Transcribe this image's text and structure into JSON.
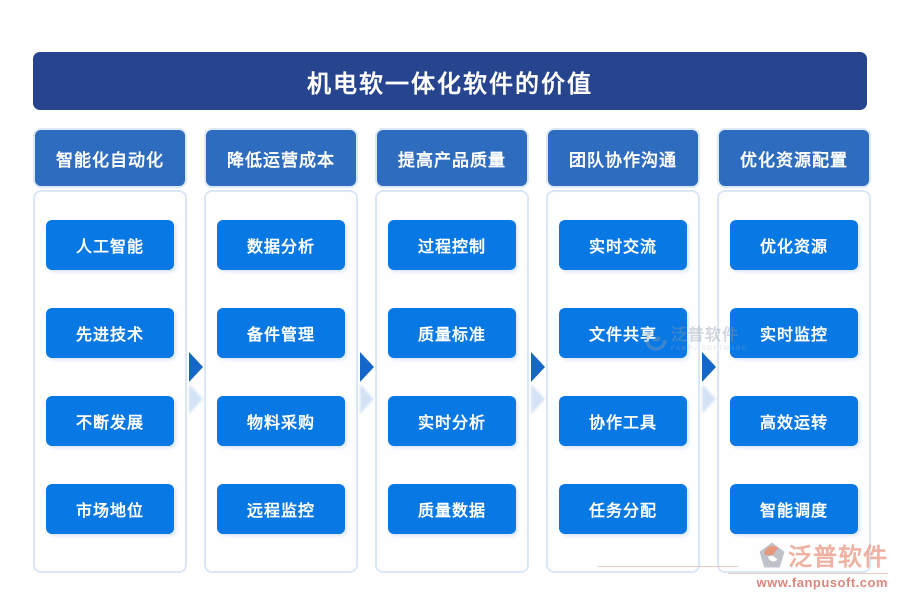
{
  "title": "机电软一体化软件的价值",
  "columns": [
    {
      "header": "智能化自动化",
      "items": [
        "人工智能",
        "先进技术",
        "不断发展",
        "市场地位"
      ]
    },
    {
      "header": "降低运营成本",
      "items": [
        "数据分析",
        "备件管理",
        "物料采购",
        "远程监控"
      ]
    },
    {
      "header": "提高产品质量",
      "items": [
        "过程控制",
        "质量标准",
        "实时分析",
        "质量数据"
      ]
    },
    {
      "header": "团队协作沟通",
      "items": [
        "实时交流",
        "文件共享",
        "协作工具",
        "任务分配"
      ]
    },
    {
      "header": "优化资源配置",
      "items": [
        "优化资源",
        "实时监控",
        "高效运转",
        "智能调度"
      ]
    }
  ],
  "center_watermark": {
    "brand": "泛普软件",
    "subtitle": "FANPU SOFTWARE"
  },
  "footer_brand": {
    "name": "泛普软件",
    "url": "www.fanpusoft.com"
  },
  "colors": {
    "banner_bg": "#27458E",
    "header_bg": "#2E6CC0",
    "item_bg": "#0878E4",
    "arrow": "#1566C9",
    "card_border": "#DBE7F7",
    "brand_salmon": "#E9947F",
    "brand_red": "#D2574A"
  }
}
